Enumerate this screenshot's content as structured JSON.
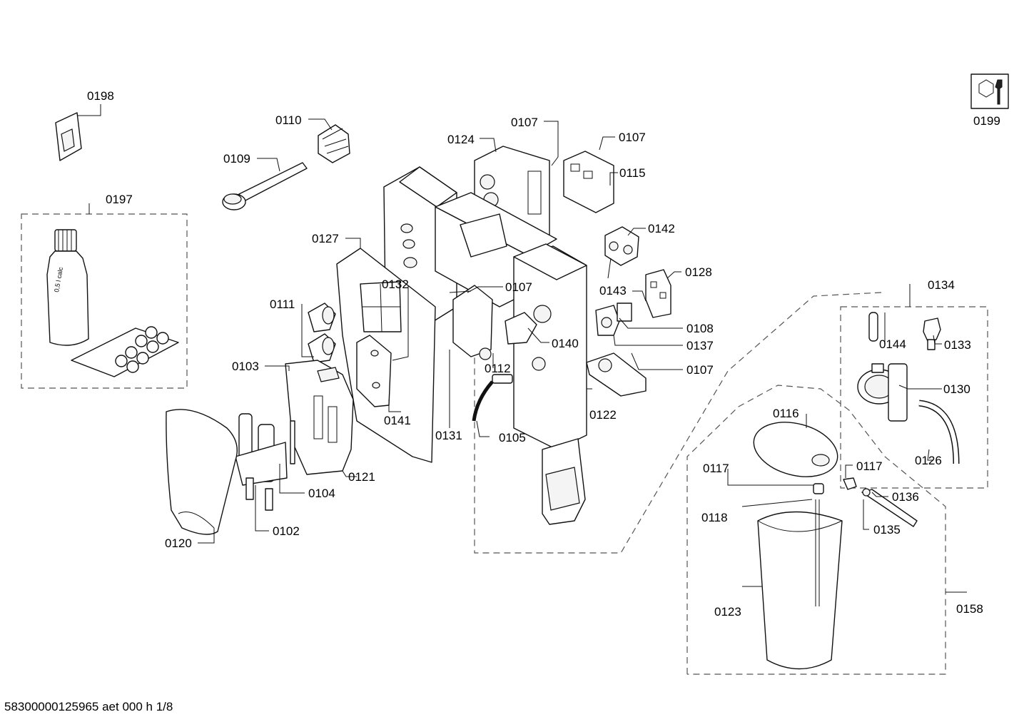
{
  "footer": "58300000125965 aet 000 h 1/8",
  "bottle_text": "0,5 l calc",
  "labels": {
    "l0198": "0198",
    "l0199": "0199",
    "l0197": "0197",
    "l0110": "0110",
    "l0109": "0109",
    "l0124": "0124",
    "l0107a": "0107",
    "l0107b": "0107",
    "l0115": "0115",
    "l0142": "0142",
    "l0127": "0127",
    "l0132": "0132",
    "l0107c": "0107",
    "l0128": "0128",
    "l0143": "0143",
    "l0111": "0111",
    "l0140": "0140",
    "l0108": "0108",
    "l0137": "0137",
    "l0103": "0103",
    "l0112": "0112",
    "l0107d": "0107",
    "l0141": "0141",
    "l0131": "0131",
    "l0105": "0105",
    "l0122": "0122",
    "l0121": "0121",
    "l0104": "0104",
    "l0102": "0102",
    "l0120": "0120",
    "l0134": "0134",
    "l0144": "0144",
    "l0133": "0133",
    "l0130": "0130",
    "l0116": "0116",
    "l0126": "0126",
    "l0117a": "0117",
    "l0117b": "0117",
    "l0136": "0136",
    "l0118": "0118",
    "l0135": "0135",
    "l0123": "0123",
    "l0158": "0158"
  }
}
